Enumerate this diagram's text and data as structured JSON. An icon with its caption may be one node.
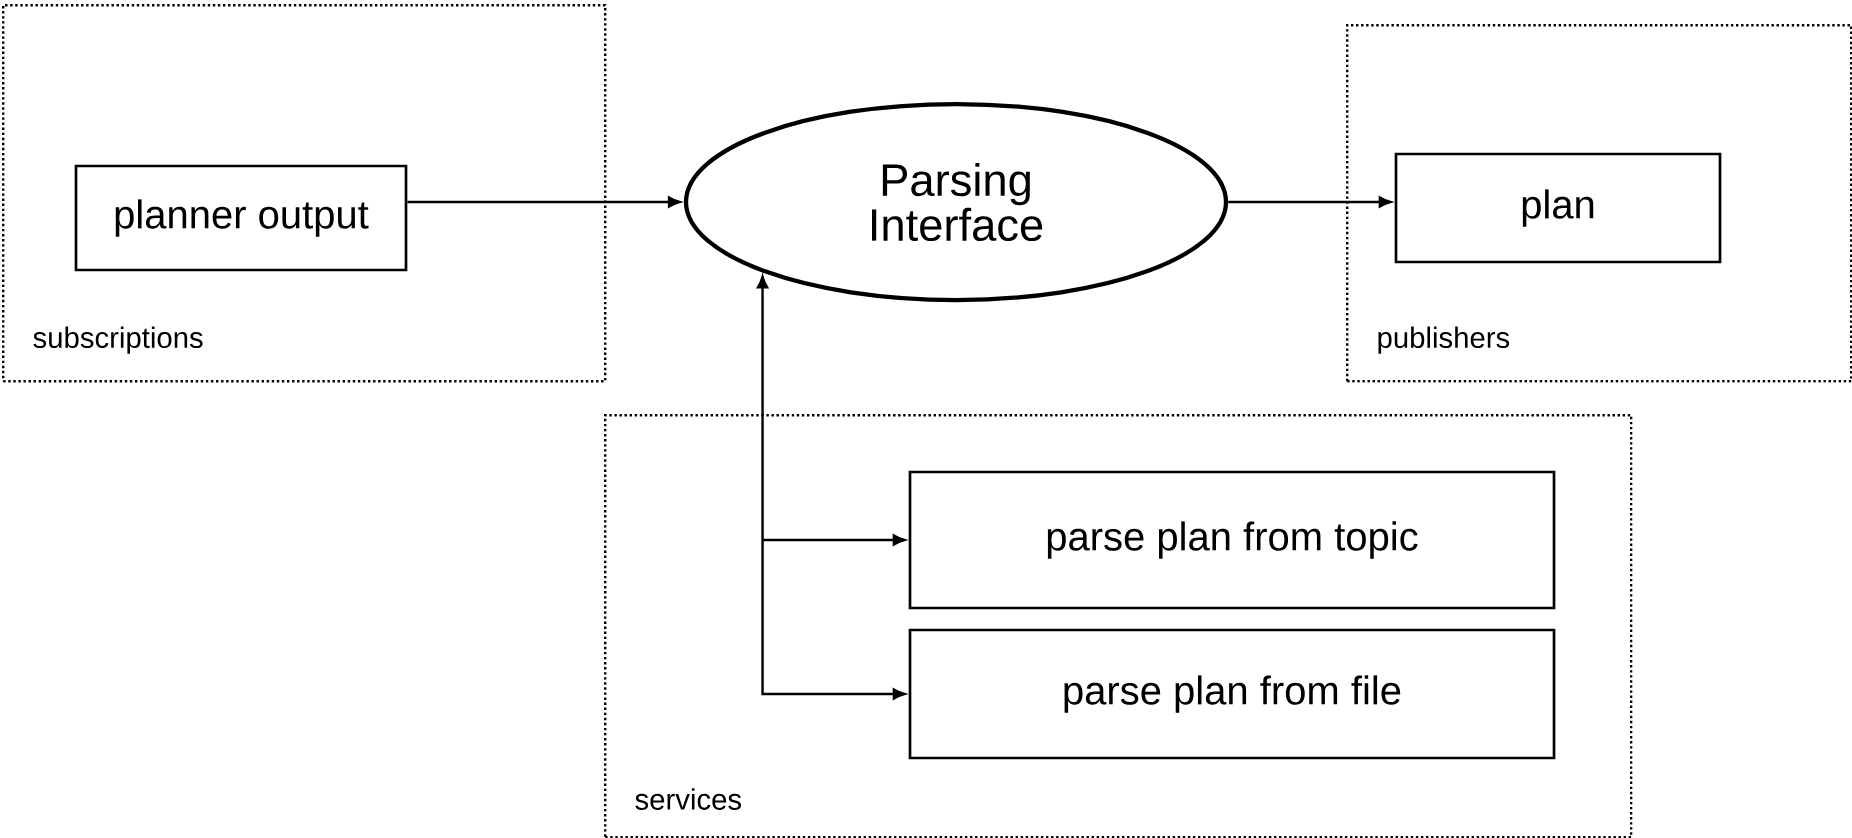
{
  "diagram": {
    "nodes": [
      {
        "text": [
          "subscriptions"
        ]
      },
      {
        "text": [
          "planner output"
        ],
        "in": 0
      },
      {
        "text": [
          "Parsing Interface"
        ]
      },
      {
        "text": [
          "publishers"
        ]
      },
      {
        "text": [
          "plan"
        ],
        "in": 3
      },
      {
        "text": [
          "services"
        ]
      },
      {
        "text": [
          "parse plan from topic"
        ],
        "in": 5
      },
      {
        "text": [
          "parse plan from file"
        ],
        "in": 5
      }
    ],
    "edges": [
      {
        "from": 1,
        "to": 2,
        "arrow": "to"
      },
      {
        "from": 2,
        "to": 4,
        "arrow": "to"
      },
      {
        "from": 2,
        "to": 6,
        "arrow": "both"
      },
      {
        "from": 2,
        "to": 7,
        "arrow": "both"
      }
    ]
  }
}
